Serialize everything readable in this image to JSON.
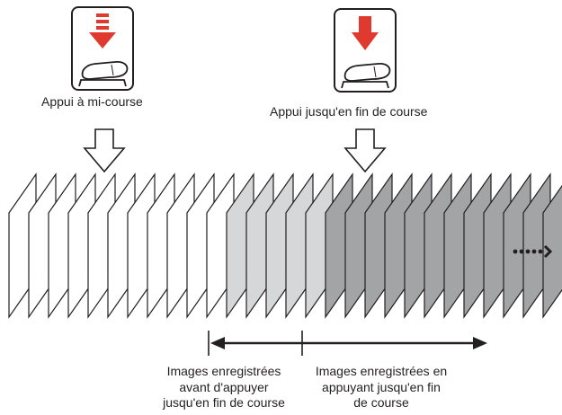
{
  "labels": {
    "half_press": "Appui à mi-course",
    "full_press": "Appui jusqu'en fin de course",
    "before_full_press": "Images enregistrées\navant d'appuyer\njusqu'en fin de course",
    "during_full_press": "Images enregistrées en\nappuyant jusqu'en fin\nde course"
  },
  "icons": {
    "half_press_icon": "shutter-half-press-icon",
    "full_press_icon": "shutter-full-press-icon",
    "continue_icon": "dotted-arrow-right-icon"
  },
  "frames": {
    "white_count": 11,
    "light_gray_count": 5,
    "dark_gray_count": 12
  },
  "colors": {
    "arrow_red": "#e03a2f",
    "white_frame": "#ffffff",
    "light_gray_frame": "#d6d7d8",
    "dark_gray_frame": "#a3a4a5",
    "stroke": "#231f20"
  }
}
